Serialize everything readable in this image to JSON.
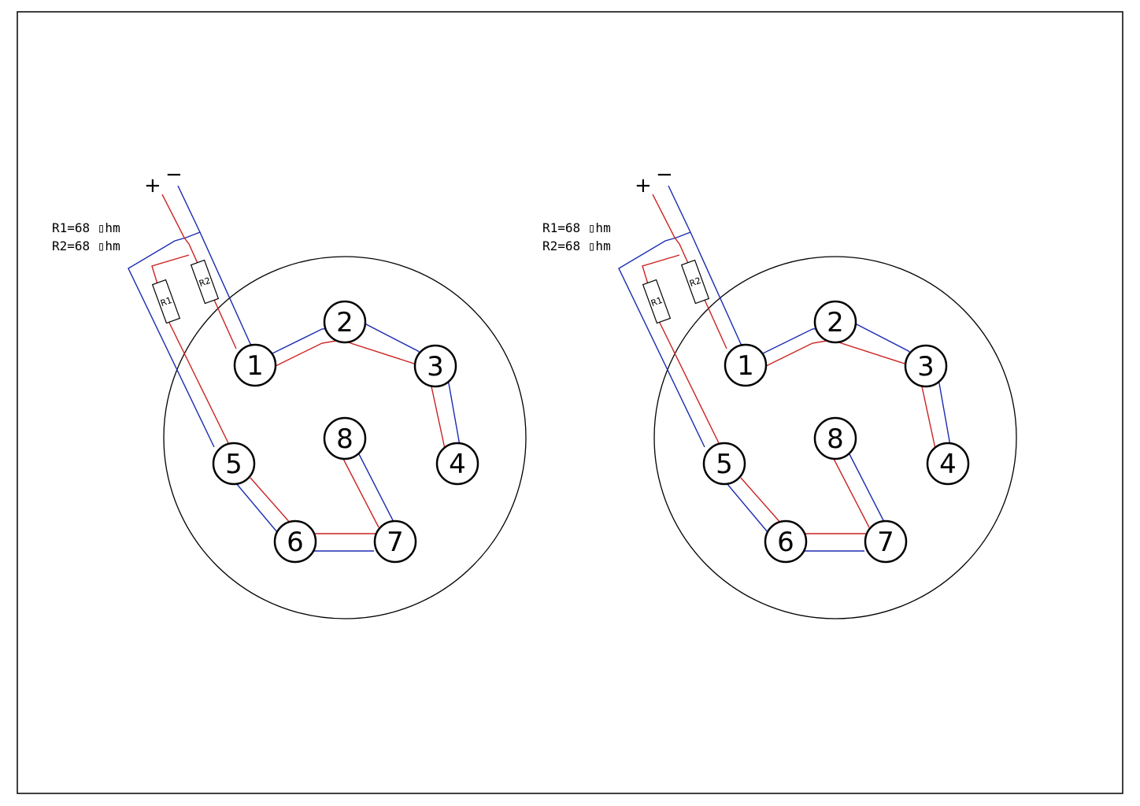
{
  "colors": {
    "positive_wire": "#cc2222",
    "negative_wire": "#1a2bb0",
    "outline": "#000000",
    "background": "#ffffff"
  },
  "diagrams": [
    {
      "polarity": {
        "plus": "+",
        "minus": "−"
      },
      "specs": [
        "R1=68 ▯hm",
        "R2=68 ▯hm"
      ],
      "resistors": [
        "R1",
        "R2"
      ],
      "pins": [
        "1",
        "2",
        "3",
        "4",
        "5",
        "6",
        "7",
        "8"
      ]
    },
    {
      "polarity": {
        "plus": "+",
        "minus": "−"
      },
      "specs": [
        "R1=68 ▯hm",
        "R2=68 ▯hm"
      ],
      "resistors": [
        "R1",
        "R2"
      ],
      "pins": [
        "1",
        "2",
        "3",
        "4",
        "5",
        "6",
        "7",
        "8"
      ]
    }
  ]
}
